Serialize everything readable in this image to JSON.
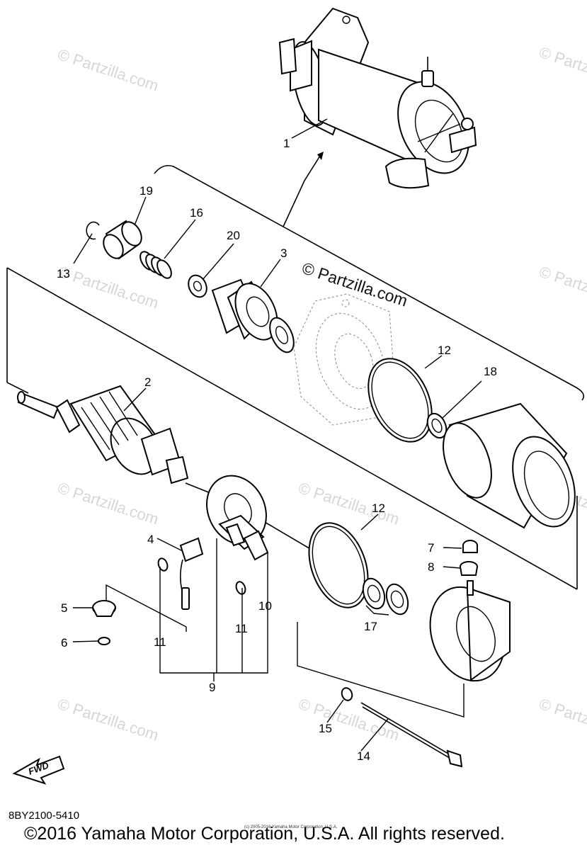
{
  "watermark": "© Partzilla.com",
  "diagram_code": "8BY2100-5410",
  "copyright": "©2016 Yamaha Motor Corporation, U.S.A. All rights reserved.",
  "fine_print": "(c) 2005-2016 Yamaha Motor Corporation, U.S.A.",
  "fwd_label": "FWD",
  "callouts": {
    "c1": "1",
    "c2": "2",
    "c3": "3",
    "c4": "4",
    "c5": "5",
    "c6": "6",
    "c7": "7",
    "c8": "8",
    "c9": "9",
    "c10": "10",
    "c11a": "11",
    "c11b": "11",
    "c12a": "12",
    "c12b": "12",
    "c13": "13",
    "c14": "14",
    "c15": "15",
    "c16": "16",
    "c17": "17",
    "c18": "18",
    "c19": "19",
    "c20": "20"
  }
}
